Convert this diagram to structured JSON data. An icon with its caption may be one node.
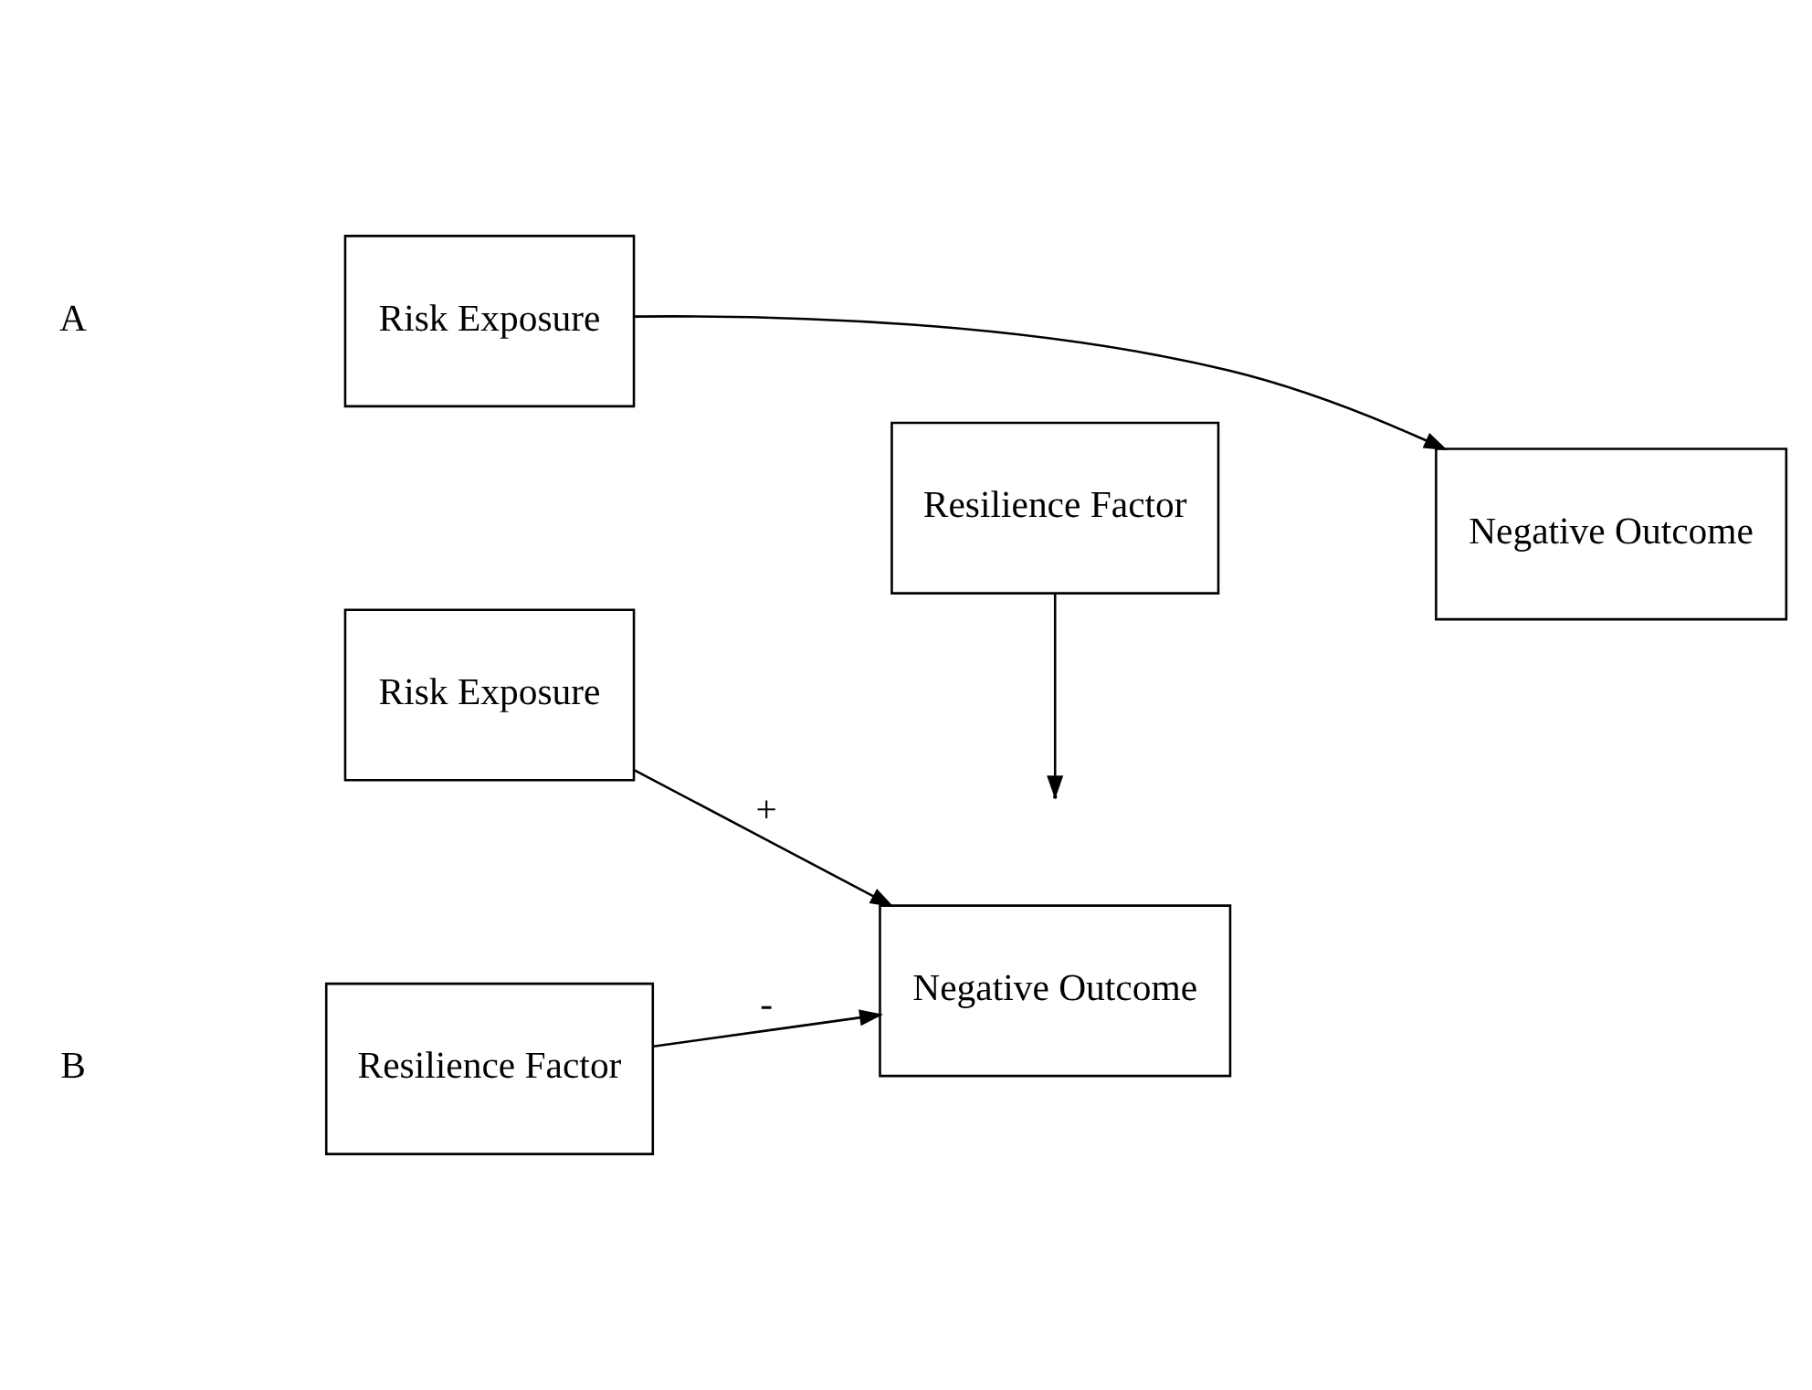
{
  "diagram": {
    "nodes": [
      {
        "text": [
          "Resilience Factor"
        ]
      },
      {
        "text": [
          "Risk Exposure"
        ]
      },
      {
        "text": [
          "Negative Outcome"
        ]
      },
      {
        "text": [
          "Risk Exposure"
        ]
      },
      {
        "text": [
          "Resilience Factor"
        ]
      },
      {
        "text": [
          "Negative Outcome"
        ]
      }
    ],
    "edges": [
      {
        "from": 1,
        "to": 2,
        "arrow": "to"
      },
      {
        "from": 0,
        "to": null,
        "arrow": "to"
      },
      {
        "from": 3,
        "to": 5,
        "arrow": "to",
        "label": "+"
      },
      {
        "from": 4,
        "to": 5,
        "arrow": "to",
        "label": "-"
      }
    ],
    "labels": [
      "A",
      "B"
    ]
  }
}
